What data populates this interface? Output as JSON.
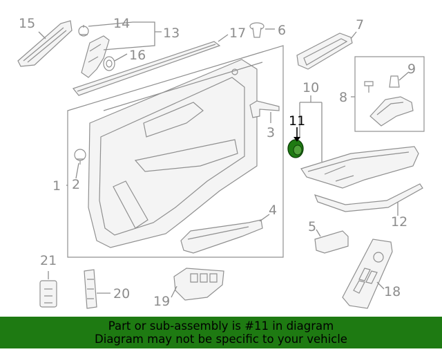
{
  "diagram": {
    "callouts": [
      {
        "id": "1",
        "text": "1"
      },
      {
        "id": "2",
        "text": "2"
      },
      {
        "id": "3",
        "text": "3"
      },
      {
        "id": "4",
        "text": "4"
      },
      {
        "id": "5",
        "text": "5"
      },
      {
        "id": "6",
        "text": "6"
      },
      {
        "id": "7",
        "text": "7"
      },
      {
        "id": "8",
        "text": "8"
      },
      {
        "id": "9",
        "text": "9"
      },
      {
        "id": "10",
        "text": "10"
      },
      {
        "id": "11",
        "text": "11"
      },
      {
        "id": "12",
        "text": "12"
      },
      {
        "id": "13",
        "text": "13"
      },
      {
        "id": "14",
        "text": "14"
      },
      {
        "id": "15",
        "text": "15"
      },
      {
        "id": "16",
        "text": "16"
      },
      {
        "id": "17",
        "text": "17"
      },
      {
        "id": "18",
        "text": "18"
      },
      {
        "id": "19",
        "text": "19"
      },
      {
        "id": "20",
        "text": "20"
      },
      {
        "id": "21",
        "text": "21"
      }
    ],
    "highlighted_part": "11",
    "highlight_color": "#1e7a12"
  },
  "banner": {
    "line1": "Part or sub-assembly is #11 in diagram",
    "line2": "Diagram may not be specific to your vehicle",
    "background": "#1e7a12"
  }
}
